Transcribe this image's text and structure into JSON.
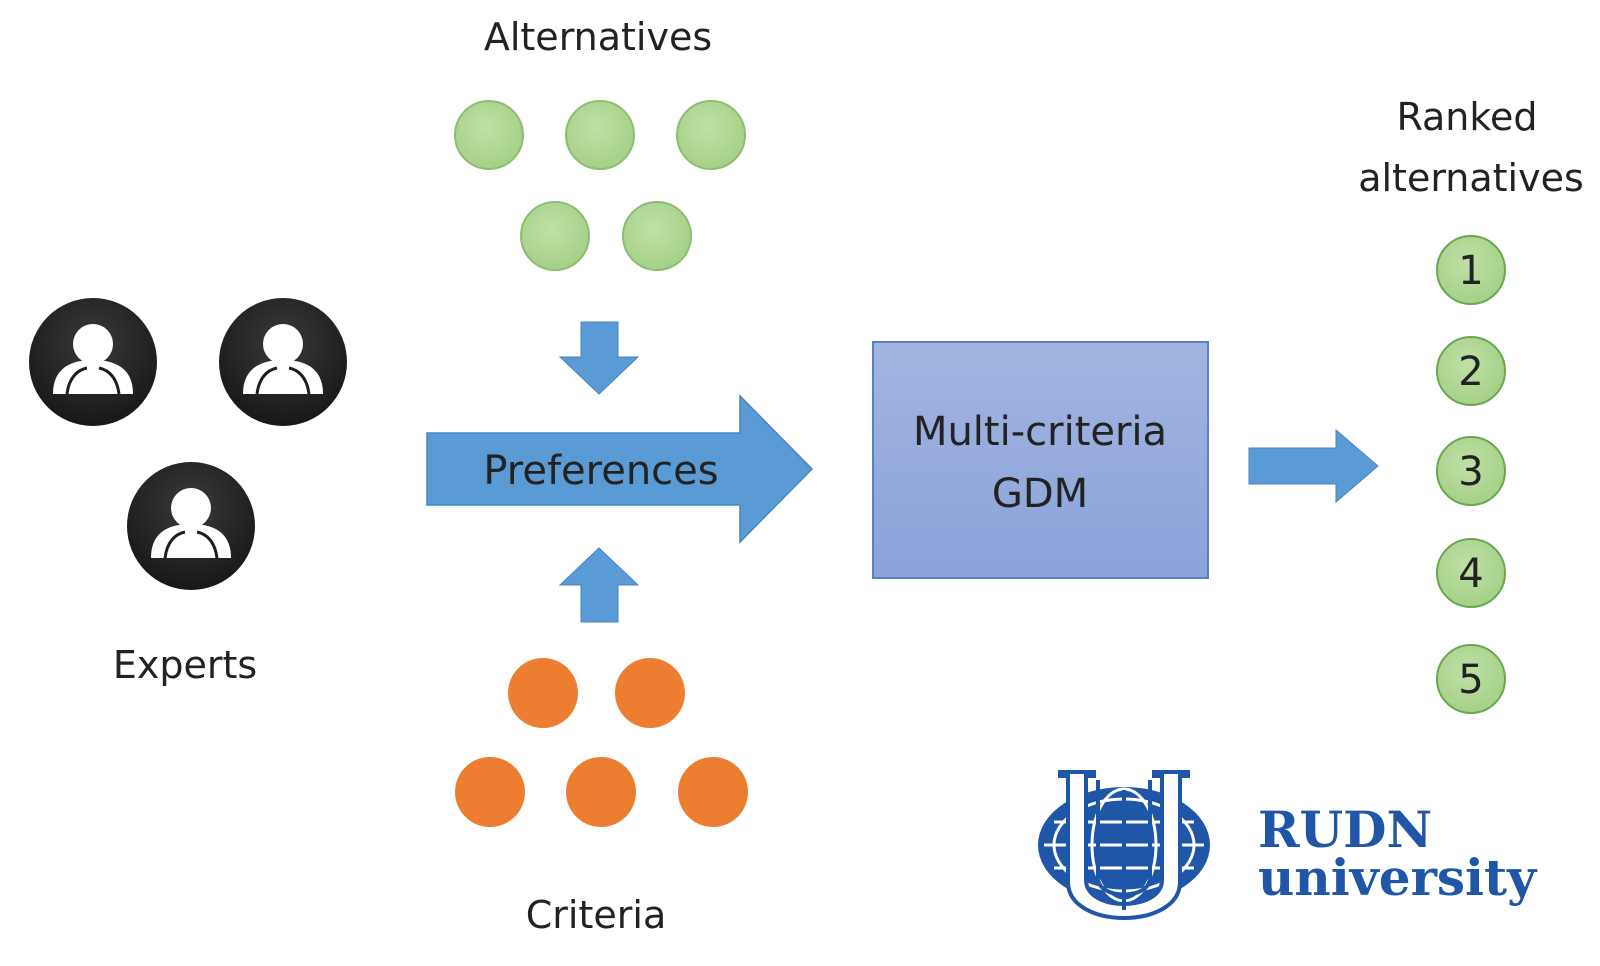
{
  "labels": {
    "alternatives": "Alternatives",
    "experts": "Experts",
    "criteria": "Criteria",
    "preferences": "Preferences",
    "ranked_line1": "Ranked",
    "ranked_line2": "alternatives",
    "gdm_line1": "Multi-criteria",
    "gdm_line2": "GDM"
  },
  "ranked_items": [
    "1",
    "2",
    "3",
    "4",
    "5"
  ],
  "logo": {
    "line1": "RUDN",
    "line2": "university"
  },
  "icons": {
    "expert": "person-icon",
    "alternative": "green-circle",
    "criterion": "orange-circle",
    "flow": "arrow"
  },
  "colors": {
    "alternative_fill": "#a9d18e",
    "alternative_stroke": "#82b366",
    "criterion_fill": "#ed7d31",
    "arrow_fill": "#5b9bd5",
    "gdm_box_fill": "#8faadc",
    "gdm_box_stroke": "#5b7fc7",
    "expert_fill": "#1e1e1e",
    "logo_blue": "#1f56a8"
  }
}
